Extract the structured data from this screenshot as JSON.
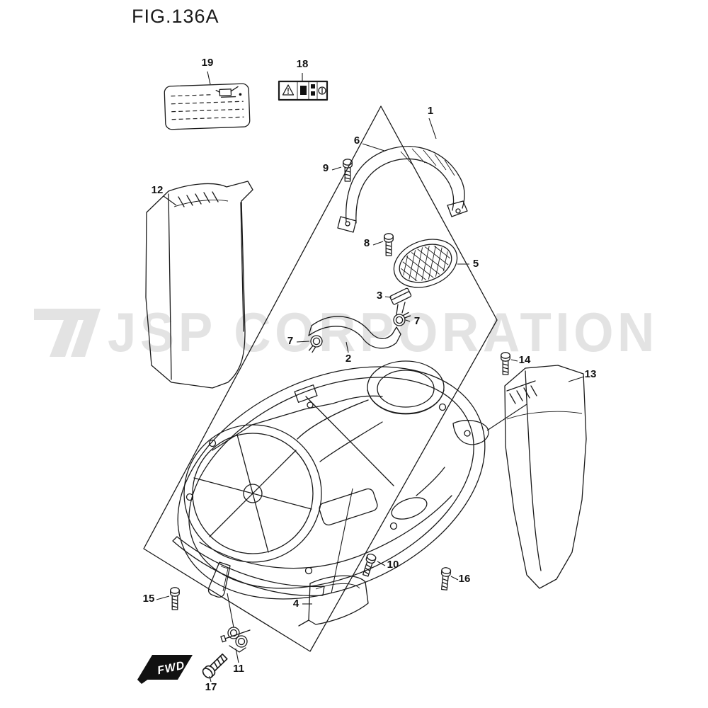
{
  "page": {
    "title": "FIG.136A"
  },
  "watermark": {
    "text": "JSP CORPORATION"
  },
  "direction_label": {
    "text": "FWD"
  },
  "callouts": [
    {
      "label": "1"
    },
    {
      "label": "2"
    },
    {
      "label": "3"
    },
    {
      "label": "4"
    },
    {
      "label": "5"
    },
    {
      "label": "6"
    },
    {
      "label": "7"
    },
    {
      "label": "8"
    },
    {
      "label": "9"
    },
    {
      "label": "10"
    },
    {
      "label": "11"
    },
    {
      "label": "12"
    },
    {
      "label": "13"
    },
    {
      "label": "14"
    },
    {
      "label": "15"
    },
    {
      "label": "16"
    },
    {
      "label": "17"
    },
    {
      "label": "18"
    },
    {
      "label": "19"
    },
    {
      "label": "7"
    }
  ],
  "stickers": {
    "caution_label": {
      "icon": "oil-can-icon"
    },
    "warning_label": {
      "icons": [
        "warning-triangle-icon",
        "manual-icon",
        "parts-icon",
        "battery-icon"
      ]
    }
  }
}
